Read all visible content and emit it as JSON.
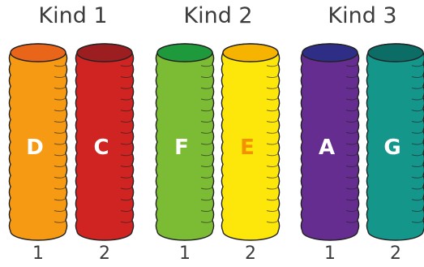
{
  "groups": [
    {
      "title": "Kind 1",
      "tubes": [
        {
          "index": "1",
          "letter": "D",
          "body": "#f59a12",
          "top": "#e8651a",
          "letterColor": "#ffffff"
        },
        {
          "index": "2",
          "letter": "C",
          "body": "#cf2422",
          "top": "#9d1e20",
          "letterColor": "#ffffff"
        }
      ]
    },
    {
      "title": "Kind 2",
      "tubes": [
        {
          "index": "1",
          "letter": "F",
          "body": "#7cbc35",
          "top": "#1e9a3c",
          "letterColor": "#ffffff"
        },
        {
          "index": "2",
          "letter": "E",
          "body": "#fde60a",
          "top": "#f6b400",
          "letterColor": "#f39200"
        }
      ]
    },
    {
      "title": "Kind 3",
      "tubes": [
        {
          "index": "1",
          "letter": "A",
          "body": "#662d91",
          "top": "#2e2e86",
          "letterColor": "#ffffff"
        },
        {
          "index": "2",
          "letter": "G",
          "body": "#14968b",
          "top": "#0b6d66",
          "letterColor": "#ffffff"
        }
      ]
    }
  ],
  "outline": "#222222"
}
